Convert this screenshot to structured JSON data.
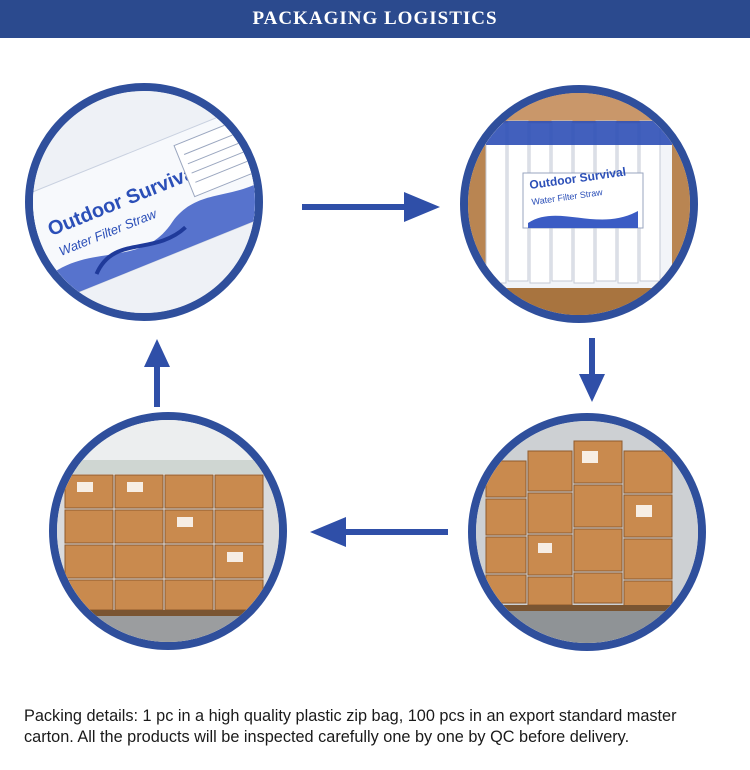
{
  "header": {
    "title": "PACKAGING LOGISTICS"
  },
  "product": {
    "brand_text": "Outdoor Survival",
    "subtitle_text": "Water Filter Straw"
  },
  "caption": {
    "text": "Packing details: 1 pc in a high quality plastic zip bag, 100 pcs in an export standard master carton. All the products will be inspected carefully one by one by QC before delivery."
  },
  "colors": {
    "header_bg": "#2b4a8e",
    "accent_blue": "#2f4f9c",
    "carton_brown": "#c98a4e"
  },
  "icons": [
    "arrow-right-icon",
    "arrow-down-icon",
    "arrow-left-icon",
    "arrow-up-icon"
  ]
}
